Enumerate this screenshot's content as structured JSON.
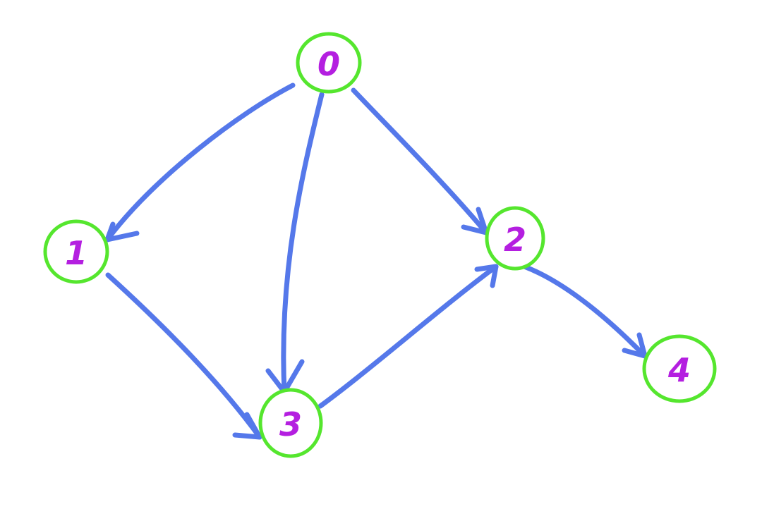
{
  "colors": {
    "edge": "#5578ea",
    "node_stroke": "#55e62e",
    "node_label": "#b41fe0",
    "background": "#ffffff"
  },
  "graph": {
    "directed": true,
    "nodes": [
      {
        "id": "0",
        "label": "0"
      },
      {
        "id": "1",
        "label": "1"
      },
      {
        "id": "2",
        "label": "2"
      },
      {
        "id": "3",
        "label": "3"
      },
      {
        "id": "4",
        "label": "4"
      }
    ],
    "edges": [
      {
        "from": "0",
        "to": "1"
      },
      {
        "from": "0",
        "to": "3"
      },
      {
        "from": "0",
        "to": "2"
      },
      {
        "from": "1",
        "to": "3"
      },
      {
        "from": "3",
        "to": "2"
      },
      {
        "from": "2",
        "to": "4"
      }
    ]
  }
}
